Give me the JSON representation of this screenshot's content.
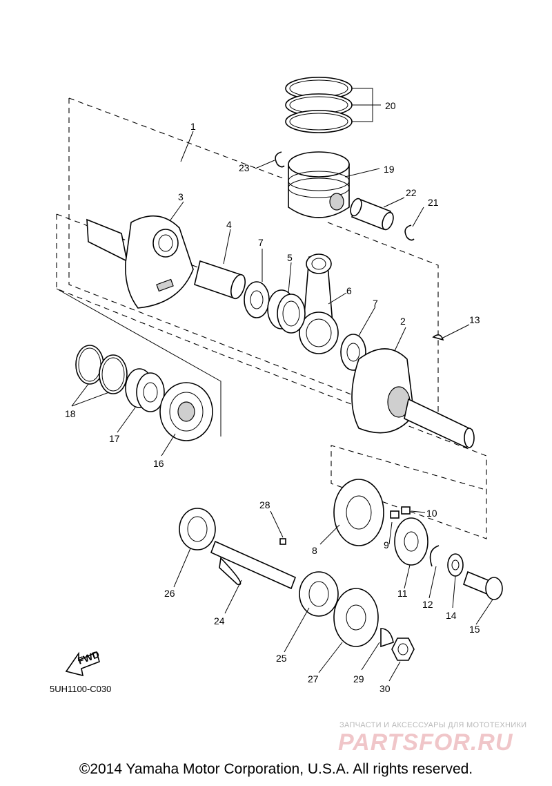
{
  "callouts": [
    "1",
    "2",
    "3",
    "4",
    "5",
    "6",
    "7",
    "7",
    "8",
    "9",
    "10",
    "11",
    "12",
    "13",
    "14",
    "15",
    "16",
    "17",
    "18",
    "19",
    "20",
    "21",
    "22",
    "23",
    "24",
    "25",
    "26",
    "27",
    "28",
    "29",
    "30"
  ],
  "fwd_label": "FWD",
  "catalog_code": "5UH1100-C030",
  "watermark": {
    "tagline": "ЗАПЧАСТИ И АКСЕССУАРЫ ДЛЯ МОТОТЕХНИКИ",
    "logo": "PARTSFOR.RU"
  },
  "copyright": "©2014 Yamaha Motor Corporation, U.S.A. All rights reserved."
}
